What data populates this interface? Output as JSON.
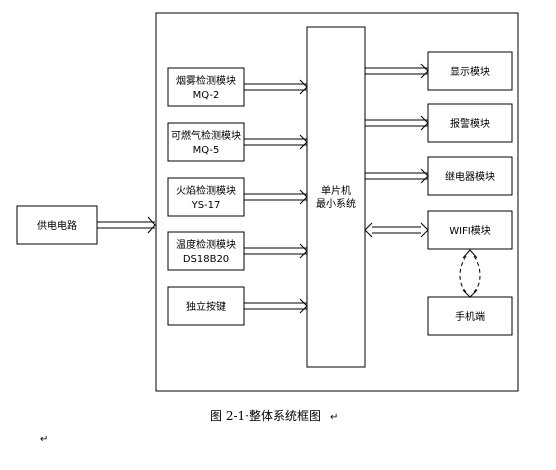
{
  "diagram": {
    "power_supply": "供电电路",
    "mcu": [
      "单片机",
      "最小系统"
    ],
    "inputs": [
      {
        "name": "smoke-module",
        "lines": [
          "烟雾检测模块",
          "MQ-2"
        ]
      },
      {
        "name": "gas-module",
        "lines": [
          "可燃气检测模块",
          "MQ-5"
        ]
      },
      {
        "name": "flame-module",
        "lines": [
          "火焰检测模块",
          "YS-17"
        ]
      },
      {
        "name": "temperature-module",
        "lines": [
          "温度检测模块",
          "DS18B20"
        ]
      },
      {
        "name": "button-module",
        "lines": [
          "独立按键"
        ]
      }
    ],
    "outputs": [
      {
        "name": "display-module",
        "label": "显示模块"
      },
      {
        "name": "alarm-module",
        "label": "报警模块"
      },
      {
        "name": "relay-module",
        "label": "继电器模块"
      },
      {
        "name": "wifi-module",
        "label": "WIFI模块"
      },
      {
        "name": "phone-module",
        "label": "手机端"
      }
    ]
  },
  "caption": {
    "text": "图 2-1·整体系统框图",
    "mark": "↵"
  },
  "footer_mark": "↵"
}
